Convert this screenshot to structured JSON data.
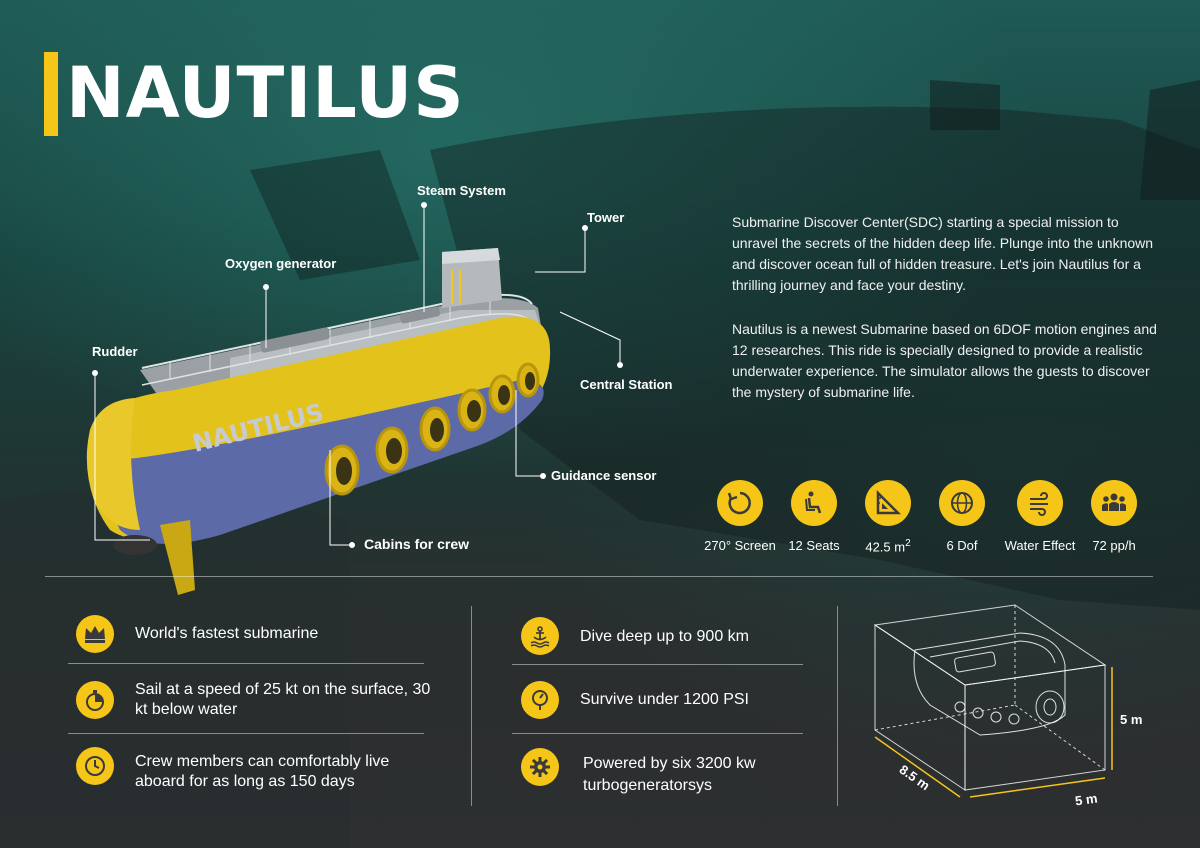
{
  "title": "NAUTILUS",
  "submarine_label": "NAUTILUS",
  "callouts": {
    "steam": "Steam System",
    "tower": "Tower",
    "oxygen": "Oxygen generator",
    "rudder": "Rudder",
    "central": "Central Station",
    "guidance": "Guidance sensor",
    "cabins": "Cabins for crew"
  },
  "description": {
    "p1": "Submarine Discover Center(SDC) starting a special mission to unravel the secrets of the hidden deep life. Plunge into the unknown and discover ocean full of hidden treasure. Let's join Nautilus for a thrilling journey  and face your destiny.",
    "p2": "Nautilus is a newest Submarine based on 6DOF motion engines and 12 researches. This ride is specially designed to provide a realistic underwater experience. The simulator allows the guests to discover the mystery of submarine life."
  },
  "specs": [
    {
      "label": "270° Screen",
      "icon": "rotate-icon"
    },
    {
      "label": "12 Seats",
      "icon": "seat-icon"
    },
    {
      "label": "42.5 m",
      "sup": "2",
      "icon": "ruler-triangle-icon"
    },
    {
      "label": "6 Dof",
      "icon": "globe-icon"
    },
    {
      "label": "Water Effect",
      "icon": "wind-icon"
    },
    {
      "label": "72 pp/h",
      "icon": "group-icon"
    }
  ],
  "features_left": [
    {
      "text": "World's fastest submarine",
      "icon": "crown-icon"
    },
    {
      "text": "Sail at a speed of 25 kt on the surface, 30 kt below water",
      "icon": "stopwatch-icon"
    },
    {
      "text": "Crew members can comfortably live aboard for as long as 150 days",
      "icon": "clock-icon"
    }
  ],
  "features_right": [
    {
      "text": "Dive deep up to 900 km",
      "icon": "anchor-icon"
    },
    {
      "text": "Survive under 1200 PSI",
      "icon": "gauge-icon"
    },
    {
      "text": "Powered by six 3200 kw turbogeneratorsys",
      "icon": "gear-icon"
    }
  ],
  "dimensions": {
    "length": "8.5 m",
    "width": "5 m",
    "height": "5 m"
  },
  "colors": {
    "accent": "#f5c518",
    "sub_blue": "#5d6aa8"
  }
}
